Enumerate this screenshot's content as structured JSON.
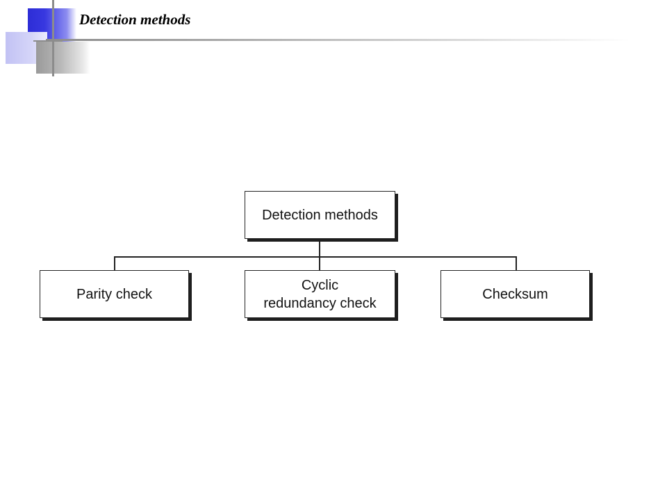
{
  "slide": {
    "title": "Detection methods"
  },
  "diagram": {
    "root": "Detection methods",
    "children": [
      "Parity check",
      "Cyclic\nredundancy check",
      "Checksum"
    ]
  }
}
